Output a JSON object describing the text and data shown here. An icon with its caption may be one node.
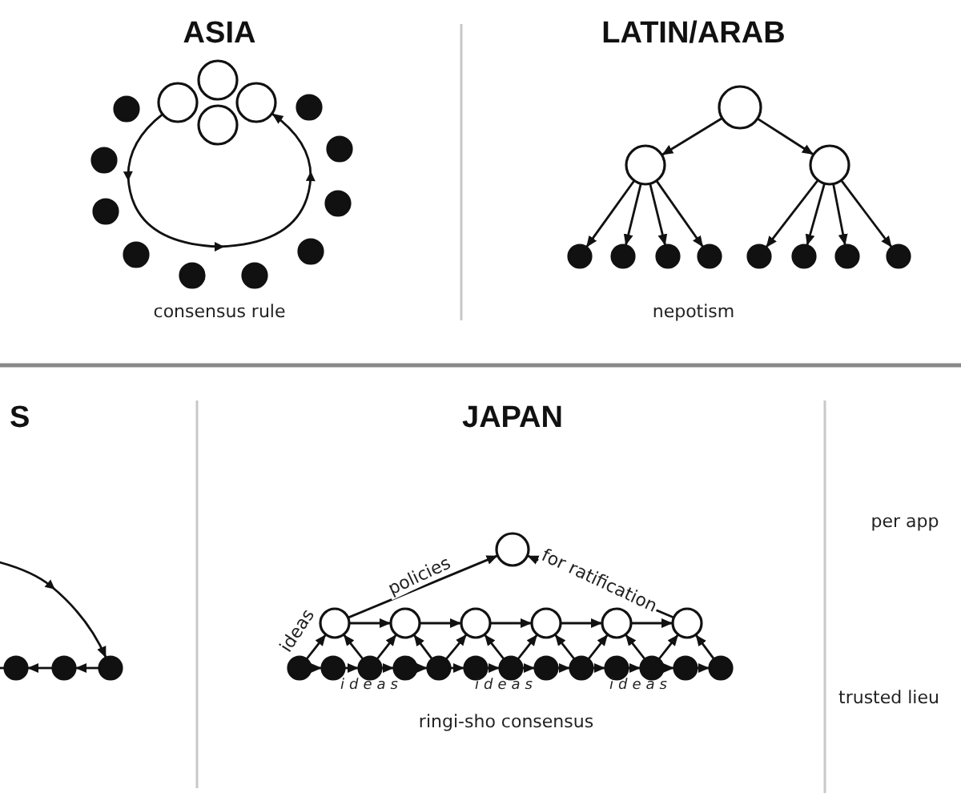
{
  "diagram": {
    "nodes": [
      {
        "text": [],
        "shape": "circle"
      },
      {
        "text": [],
        "shape": "circle"
      },
      {
        "text": [],
        "shape": "circle"
      },
      {
        "text": [],
        "shape": "circle"
      },
      {
        "text": [],
        "shape": "circle"
      },
      {
        "text": [],
        "shape": "circle"
      },
      {
        "text": [],
        "shape": "circle"
      },
      {
        "text": [],
        "shape": "circle"
      },
      {
        "text": [],
        "shape": "circle"
      },
      {
        "text": [],
        "shape": "circle"
      },
      {
        "text": [],
        "shape": "circle"
      },
      {
        "text": [],
        "shape": "circle"
      },
      {
        "text": [],
        "shape": "circle"
      },
      {
        "text": [],
        "shape": "circle"
      },
      {
        "text": [],
        "shape": "circle"
      },
      {
        "text": [],
        "shape": "circle"
      },
      {
        "text": [],
        "shape": "circle"
      },
      {
        "text": [],
        "shape": "circle"
      },
      {
        "text": [],
        "shape": "circle"
      },
      {
        "text": [],
        "shape": "circle"
      },
      {
        "text": [],
        "shape": "circle"
      },
      {
        "text": [],
        "shape": "circle"
      },
      {
        "text": [],
        "shape": "circle"
      },
      {
        "text": [],
        "shape": "circle"
      },
      {
        "text": [],
        "shape": "circle"
      },
      {
        "text": [],
        "shape": "circle"
      },
      {
        "text": [],
        "shape": "circle"
      },
      {
        "text": [],
        "shape": "circle"
      },
      {
        "text": [],
        "shape": "circle"
      },
      {
        "text": [],
        "shape": "circle"
      },
      {
        "text": [],
        "shape": "circle"
      },
      {
        "text": [],
        "shape": "circle"
      },
      {
        "text": [],
        "shape": "circle"
      },
      {
        "text": [],
        "shape": "circle"
      },
      {
        "text": [],
        "shape": "circle"
      },
      {
        "text": [],
        "shape": "circle"
      },
      {
        "text": [],
        "shape": "circle"
      },
      {
        "text": [],
        "shape": "circle"
      },
      {
        "text": [],
        "shape": "circle"
      },
      {
        "text": [],
        "shape": "circle"
      },
      {
        "text": [],
        "shape": "circle"
      },
      {
        "text": [],
        "shape": "circle"
      },
      {
        "text": [],
        "shape": "circle"
      },
      {
        "text": [],
        "shape": "circle"
      },
      {
        "text": [],
        "shape": "circle"
      },
      {
        "text": [],
        "shape": "circle"
      },
      {
        "text": [],
        "shape": "circle"
      },
      {
        "text": [],
        "shape": "circle"
      }
    ],
    "edges": [
      {
        "from": 1,
        "to": 2,
        "arrow": "to"
      },
      {
        "from": 14,
        "to": 15,
        "arrow": "to"
      },
      {
        "from": 14,
        "to": 16,
        "arrow": "to"
      },
      {
        "from": 15,
        "to": 17,
        "arrow": "to"
      },
      {
        "from": 15,
        "to": 18,
        "arrow": "to"
      },
      {
        "from": 15,
        "to": 19,
        "arrow": "to"
      },
      {
        "from": 15,
        "to": 20,
        "arrow": "to"
      },
      {
        "from": 16,
        "to": 21,
        "arrow": "to"
      },
      {
        "from": 16,
        "to": 22,
        "arrow": "to"
      },
      {
        "from": 16,
        "to": 23,
        "arrow": "to"
      },
      {
        "from": 16,
        "to": 24,
        "arrow": "to"
      },
      {
        "from": 27,
        "to": 26,
        "arrow": "to"
      },
      {
        "from": 26,
        "to": 25,
        "arrow": "to"
      },
      {
        "from": 25,
        "to": null,
        "arrow": "none"
      },
      {
        "from": null,
        "to": 27,
        "arrow": "to"
      },
      {
        "from": 29,
        "to": 28,
        "label": "policies",
        "arrow": "to"
      },
      {
        "from": 34,
        "to": 28,
        "label": "for ratification",
        "arrow": "to"
      },
      {
        "from": 35,
        "to": 29,
        "label": "ideas",
        "arrow": "to"
      },
      {
        "from": 37,
        "to": 29,
        "arrow": "to"
      },
      {
        "from": 37,
        "to": 30,
        "arrow": "to"
      },
      {
        "from": 39,
        "to": 30,
        "arrow": "to"
      },
      {
        "from": 39,
        "to": 31,
        "arrow": "to"
      },
      {
        "from": 41,
        "to": 31,
        "arrow": "to"
      },
      {
        "from": 41,
        "to": 32,
        "arrow": "to"
      },
      {
        "from": 43,
        "to": 32,
        "arrow": "to"
      },
      {
        "from": 43,
        "to": 33,
        "arrow": "to"
      },
      {
        "from": 45,
        "to": 33,
        "arrow": "to"
      },
      {
        "from": 45,
        "to": 34,
        "arrow": "to"
      },
      {
        "from": 47,
        "to": 34,
        "arrow": "to"
      },
      {
        "from": 29,
        "to": 30,
        "arrow": "to"
      },
      {
        "from": 30,
        "to": 31,
        "arrow": "to"
      },
      {
        "from": 31,
        "to": 32,
        "arrow": "to"
      },
      {
        "from": 32,
        "to": 33,
        "arrow": "to"
      },
      {
        "from": 33,
        "to": 34,
        "arrow": "to"
      },
      {
        "from": 35,
        "to": 36,
        "arrow": "to"
      },
      {
        "from": 36,
        "to": 37,
        "arrow": "to"
      },
      {
        "from": 37,
        "to": 38,
        "arrow": "to"
      },
      {
        "from": 38,
        "to": 39,
        "arrow": "to"
      },
      {
        "from": 39,
        "to": 40,
        "arrow": "to"
      },
      {
        "from": 40,
        "to": 41,
        "arrow": "to"
      },
      {
        "from": 41,
        "to": 42,
        "arrow": "to"
      },
      {
        "from": 42,
        "to": 43,
        "arrow": "to"
      },
      {
        "from": 43,
        "to": 44,
        "arrow": "to"
      },
      {
        "from": 44,
        "to": 45,
        "arrow": "to"
      },
      {
        "from": 45,
        "to": 46,
        "arrow": "to"
      },
      {
        "from": 46,
        "to": 47,
        "arrow": "to"
      }
    ],
    "labels": [
      "ASIA",
      "LATIN/ARAB",
      "consensus rule",
      "nepotism",
      "S",
      "JAPAN",
      "per app",
      "ideas",
      "ideas",
      "ideas",
      "trusted lieu",
      "ringi-sho consensus"
    ]
  }
}
